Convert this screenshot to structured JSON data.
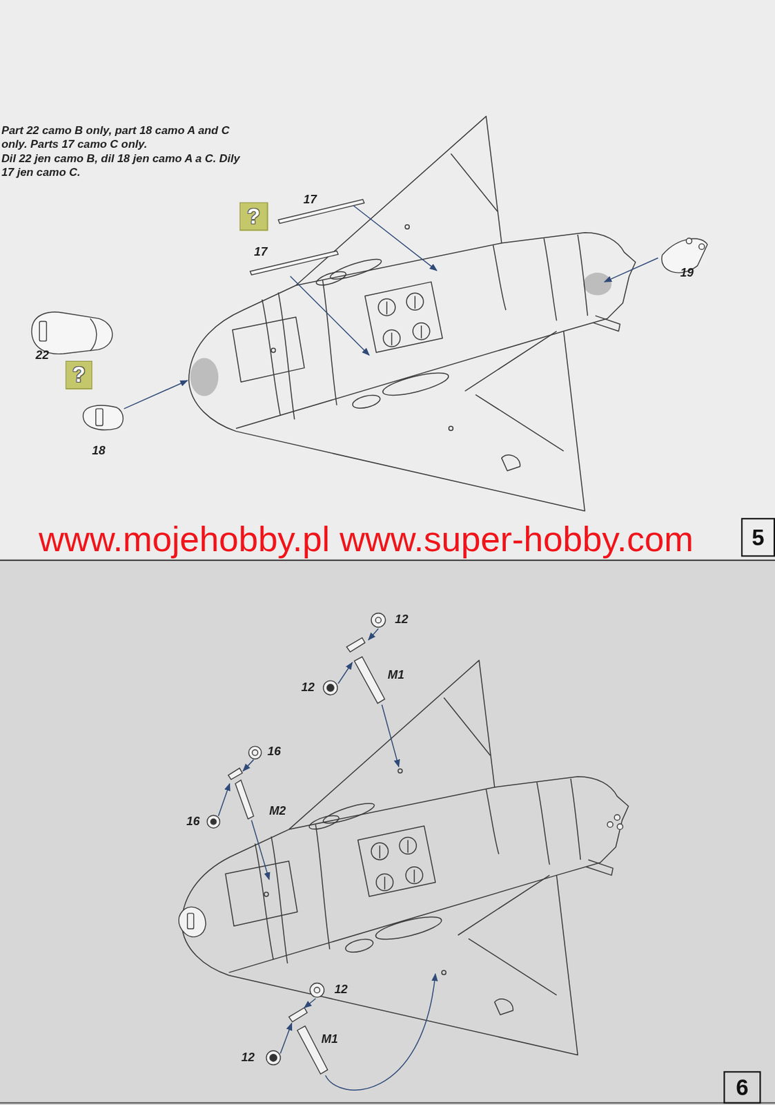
{
  "diagram": {
    "nodes": [
      {
        "text": [
          "?"
        ]
      },
      {
        "text": [
          "?"
        ]
      },
      {
        "text": [
          "5"
        ]
      },
      {
        "text": [
          "6"
        ]
      }
    ],
    "labels": [
      "Part 22 camo B only, part 18 camo A and C only. Parts 17 camo C only.",
      "Dil 22 jen camo B, dil 18 jen camo A a C. Dily 17 jen camo C.",
      "17",
      "17",
      "19",
      "22",
      "18",
      "www.mojehobby.pl www.super-hobby.com",
      "12",
      "12",
      "M1",
      "16",
      "16",
      "M2",
      "12",
      "12",
      "M1"
    ]
  }
}
